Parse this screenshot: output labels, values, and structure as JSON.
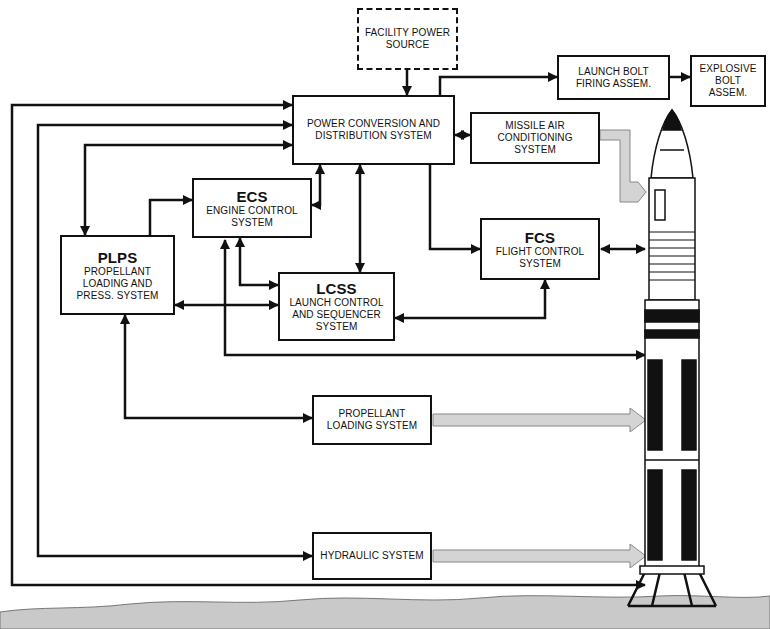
{
  "diagram": {
    "nodes": [
      {
        "text": [
          "FACILITY POWER SOURCE"
        ]
      },
      {
        "text": [
          "LAUNCH BOLT FIRING ASSEM."
        ]
      },
      {
        "text": [
          "EXPLOSIVE BOLT ASSEM."
        ]
      },
      {
        "text": [
          "POWER CONVERSION AND DISTRIBUTION SYSTEM"
        ]
      },
      {
        "text": [
          "MISSILE AIR CONDITIONING SYSTEM"
        ]
      },
      {
        "text": [
          "ECS",
          "ENGINE CONTROL SYSTEM"
        ]
      },
      {
        "text": [
          "FCS",
          "FLIGHT CONTROL SYSTEM"
        ]
      },
      {
        "text": [
          "PLPS",
          "PROPELLANT LOADING AND PRESS. SYSTEM"
        ]
      },
      {
        "text": [
          "LCSS",
          "LAUNCH CONTROL AND SEQUENCER SYSTEM"
        ]
      },
      {
        "text": [
          "PROPELLANT LOADING SYSTEM"
        ]
      },
      {
        "text": [
          "HYDRAULIC SYSTEM"
        ]
      }
    ],
    "edges": [
      {
        "from": 0,
        "to": 3,
        "arrow": "to"
      },
      {
        "from": 3,
        "to": 1,
        "arrow": "to"
      },
      {
        "from": 1,
        "to": 2,
        "arrow": "to"
      },
      {
        "from": 3,
        "to": 4,
        "arrow": "both"
      },
      {
        "from": 3,
        "to": 6,
        "arrow": "to"
      },
      {
        "from": 3,
        "to": 5,
        "arrow": "both"
      },
      {
        "from": 3,
        "to": 8,
        "arrow": "both"
      },
      {
        "from": 3,
        "to": 10,
        "arrow": "both"
      },
      {
        "from": 7,
        "to": 3,
        "arrow": "both"
      },
      {
        "from": 7,
        "to": 5,
        "arrow": "to"
      },
      {
        "from": 7,
        "to": 8,
        "arrow": "both"
      },
      {
        "from": 5,
        "to": 8,
        "arrow": "both"
      },
      {
        "from": 8,
        "to": 6,
        "arrow": "both"
      },
      {
        "from": 7,
        "to": 9,
        "arrow": "both"
      }
    ]
  }
}
